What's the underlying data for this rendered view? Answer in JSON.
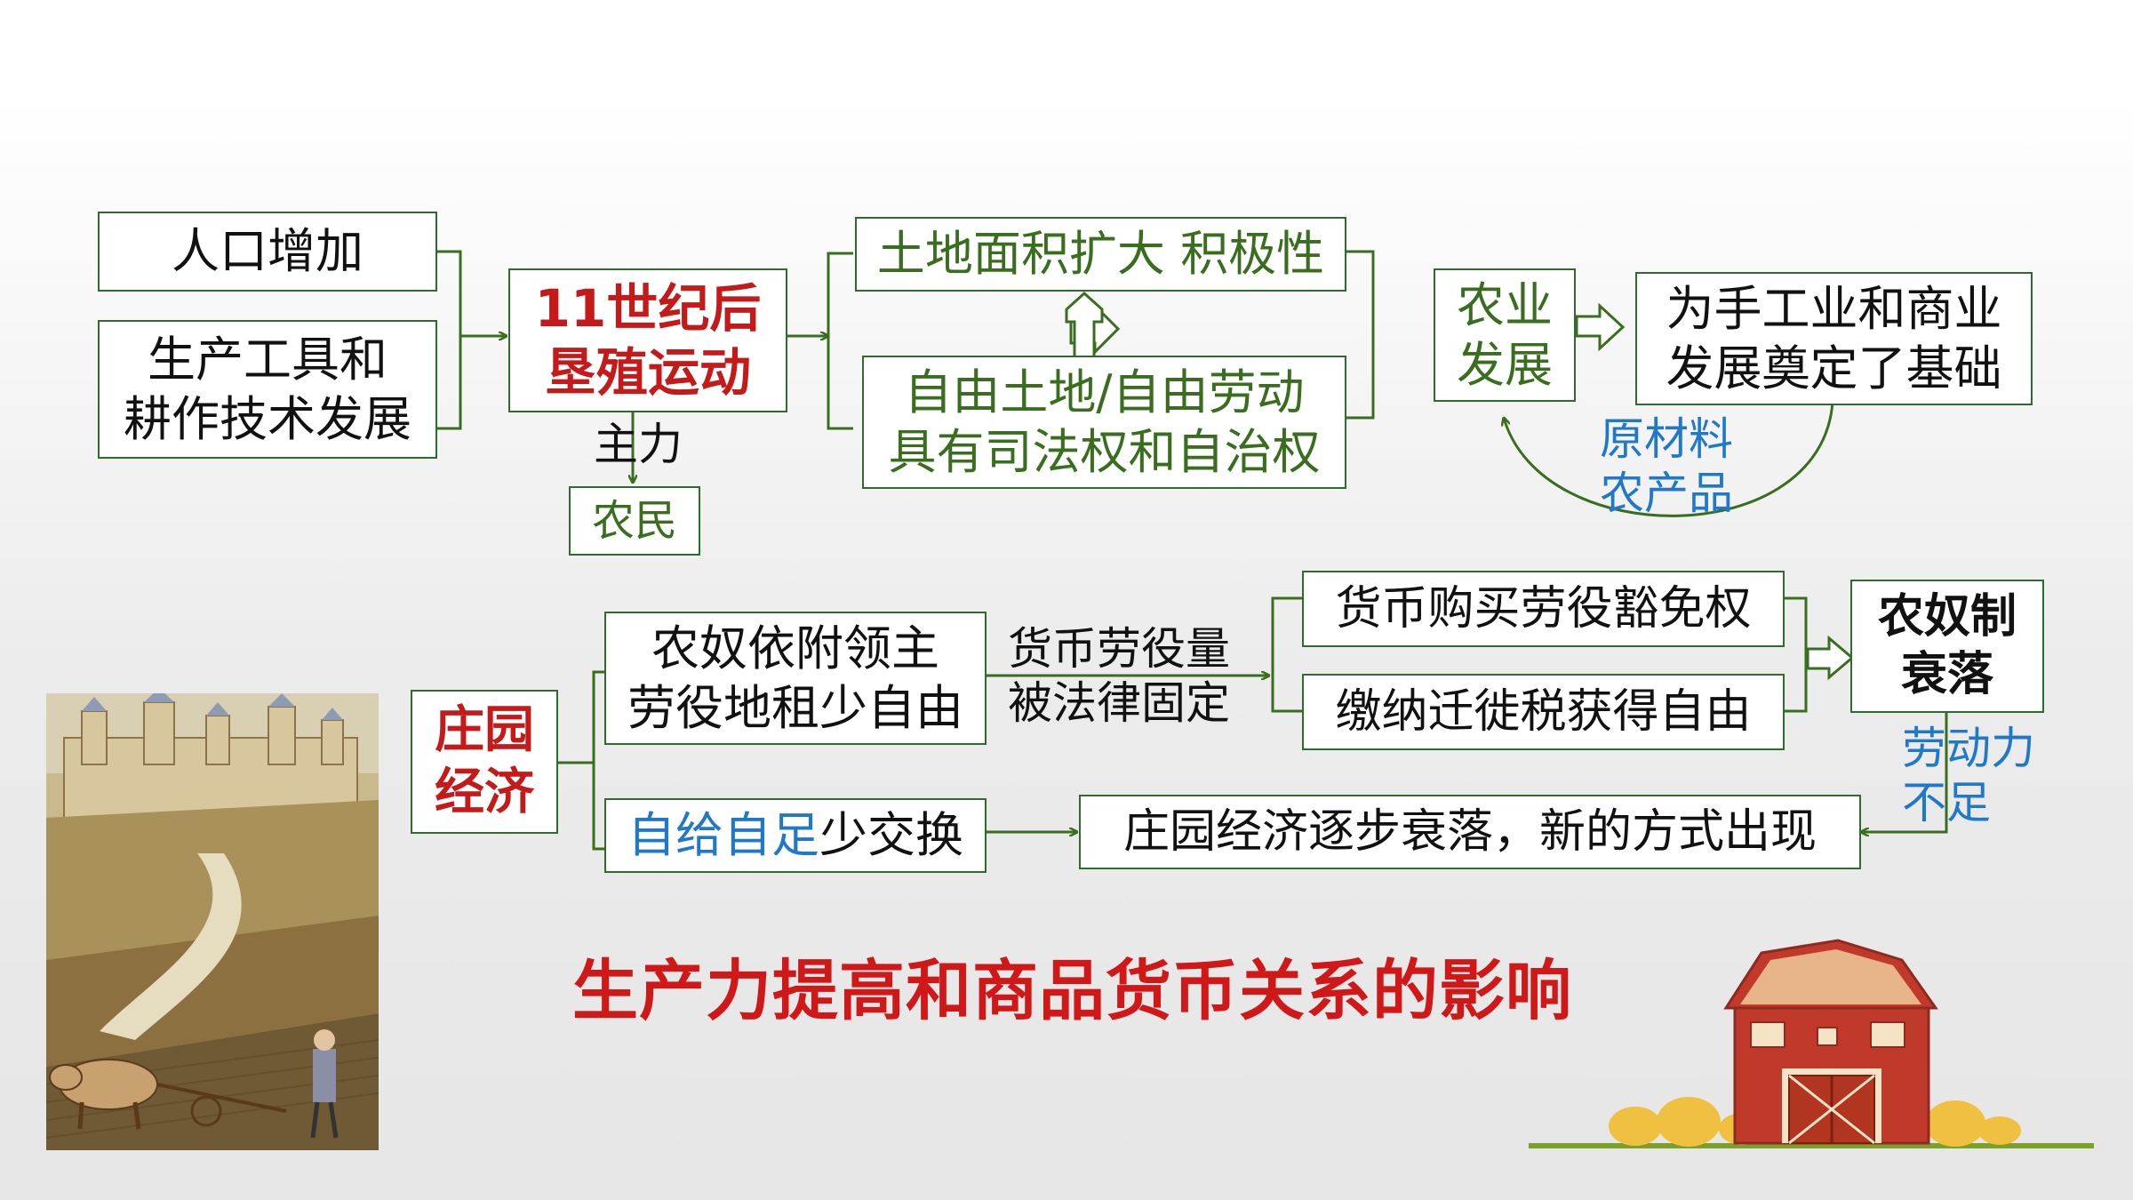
{
  "colors": {
    "green": "#3a6e1f",
    "red": "#c41a1a",
    "blue": "#1f78c8",
    "border": "#2f6b2f"
  },
  "top": {
    "cause1": "人口增加",
    "cause2_line1": "生产工具和",
    "cause2_line2": "耕作技术发展",
    "center_line1": "11世纪后",
    "center_line2": "垦殖运动",
    "main_force_label": "主力",
    "peasants": "农民",
    "result1": "土地面积扩大 积极性",
    "result2_line1": "自由土地/自由劳动",
    "result2_line2": "具有司法权和自治权",
    "agri_line1": "农业",
    "agri_line2": "发展",
    "foundation_line1": "为手工业和商业",
    "foundation_line2": "发展奠定了基础",
    "feedback_line1": "原材料",
    "feedback_line2": "农产品"
  },
  "bottom": {
    "manor_line1": "庄园",
    "manor_line2": "经济",
    "serf_line1": "农奴依附领主",
    "serf_line2": "劳役地租少自由",
    "money_label_line1": "货币劳役量",
    "money_label_line2": "被法律固定",
    "buy_exemption": "货币购买劳役豁免权",
    "pay_tax": "缴纳迁徙税获得自由",
    "decline_line1": "农奴制",
    "decline_line2": "衰落",
    "selfsuff_blue": "自给自足",
    "selfsuff_rest": "少交换",
    "manor_decline": "庄园经济逐步衰落，新的方式出现",
    "labor_line1": "劳动力",
    "labor_line2": "不足"
  },
  "headline": "生产力提高和商品货币关系的影响",
  "icons": {
    "painting": "medieval-farming-painting",
    "house": "barn-house-icon"
  }
}
